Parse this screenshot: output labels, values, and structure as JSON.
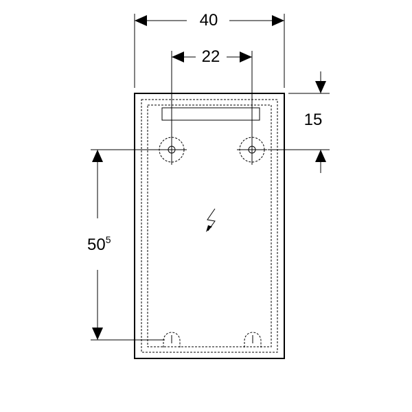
{
  "dimensions": {
    "width_label": "40",
    "hole_spacing_label": "22",
    "top_offset_label": "15",
    "height_label_main": "50",
    "height_label_sup": "5"
  },
  "icons": {
    "center": "lightning-bolt-icon"
  }
}
